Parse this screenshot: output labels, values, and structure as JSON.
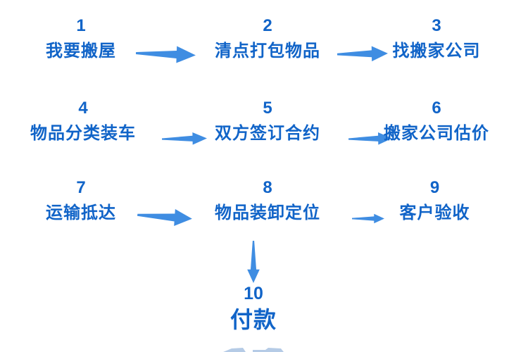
{
  "diagram": {
    "type": "flowchart",
    "background_color": "#ffffff",
    "text_color": "#1164c8",
    "arrow_color": "#3f8de2",
    "steps": [
      {
        "number": "1",
        "label": "我要搬屋"
      },
      {
        "number": "2",
        "label": "清点打包物品"
      },
      {
        "number": "3",
        "label": "找搬家公司"
      },
      {
        "number": "4",
        "label": "物品分类装车"
      },
      {
        "number": "5",
        "label": "双方签订合约"
      },
      {
        "number": "6",
        "label": "搬家公司估价"
      },
      {
        "number": "7",
        "label": "运输抵达"
      },
      {
        "number": "8",
        "label": "物品装卸定位"
      },
      {
        "number": "9",
        "label": "客户验收"
      },
      {
        "number": "10",
        "label": "付款"
      }
    ],
    "connections": [
      {
        "from": "1",
        "to": "2",
        "direction": "right"
      },
      {
        "from": "2",
        "to": "3",
        "direction": "right"
      },
      {
        "from": "4",
        "to": "5",
        "direction": "right"
      },
      {
        "from": "5",
        "to": "6",
        "direction": "right"
      },
      {
        "from": "7",
        "to": "8",
        "direction": "right"
      },
      {
        "from": "8",
        "to": "9",
        "direction": "right"
      },
      {
        "from": "8",
        "to": "10",
        "direction": "down"
      }
    ]
  }
}
